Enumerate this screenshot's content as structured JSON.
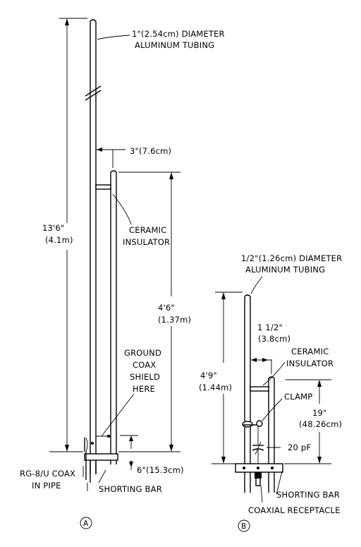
{
  "figure_a": {
    "tubing_label": [
      "1\"(2.54cm) DIAMETER",
      "ALUMINUM TUBING"
    ],
    "spacing_label": "3\"(7.6cm)",
    "height_label": [
      "13'6\"",
      "(4.1m)"
    ],
    "insulator_label": [
      "CERAMIC",
      "INSULATOR"
    ],
    "stub_label": [
      "4'6\"",
      "(1.37m)"
    ],
    "ground_label": [
      "GROUND",
      "COAX",
      "SHIELD",
      "HERE"
    ],
    "coax_label": [
      "RG-8/U COAX",
      "IN PIPE"
    ],
    "bar_offset_label": "6\"(15.3cm)",
    "shorting_bar_label": "SHORTING BAR",
    "id": "A"
  },
  "figure_b": {
    "tubing_label": [
      "1/2\"(1.26cm) DIAMETER",
      "ALUMINUM TUBING"
    ],
    "spacing_label": [
      "1 1/2\"",
      "(3.8cm)"
    ],
    "height_label": [
      "4'9\"",
      "(1.44m)"
    ],
    "insulator_label": [
      "CERAMIC",
      "INSULATOR"
    ],
    "clamp_label": "CLAMP",
    "tap_label": [
      "19\"",
      "(48.26cm)"
    ],
    "cap_label": "20 pF",
    "shorting_bar_label": "SHORTING BAR",
    "receptacle_label": "COAXIAL RECEPTACLE",
    "id": "B"
  }
}
